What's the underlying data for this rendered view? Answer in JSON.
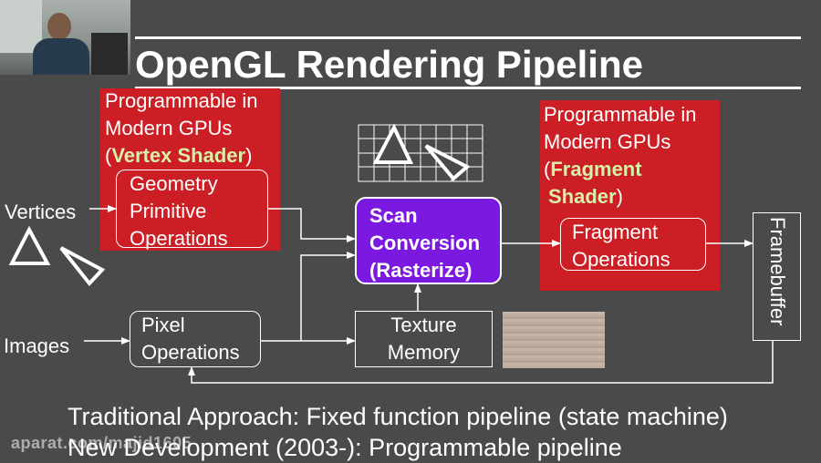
{
  "title": "OpenGL Rendering Pipeline",
  "vertex_panel": {
    "line1": "Programmable in",
    "line2": "Modern GPUs",
    "open_paren": "(",
    "shader": "Vertex Shader",
    "close_paren": ")"
  },
  "fragment_panel": {
    "line1": "Programmable in",
    "line2": "Modern GPUs",
    "open_paren": "(",
    "shader_line1": "Fragment",
    "shader_line2": "Shader",
    "close_paren": ")"
  },
  "inputs": {
    "vertices": "Vertices",
    "images": "Images"
  },
  "stages": {
    "geometry": [
      "Geometry",
      "Primitive",
      "Operations"
    ],
    "scan": [
      "Scan",
      "Conversion",
      "(Rasterize)"
    ],
    "fragment": [
      "Fragment",
      "Operations"
    ],
    "pixel": [
      "Pixel",
      "Operations"
    ],
    "texture": [
      "Texture",
      "Memory"
    ],
    "framebuffer": "Framebuffer"
  },
  "bottom": {
    "line1": "Traditional Approach: Fixed function pipeline (state machine)",
    "line2": "New Development (2003-): Programmable pipeline"
  },
  "watermark": "aparat.com/majid1605",
  "colors": {
    "background": "#4a4a4a",
    "panel_red": "#cc1f25",
    "scan_purple": "#7b19e0",
    "highlight": "#d8f0a8"
  }
}
